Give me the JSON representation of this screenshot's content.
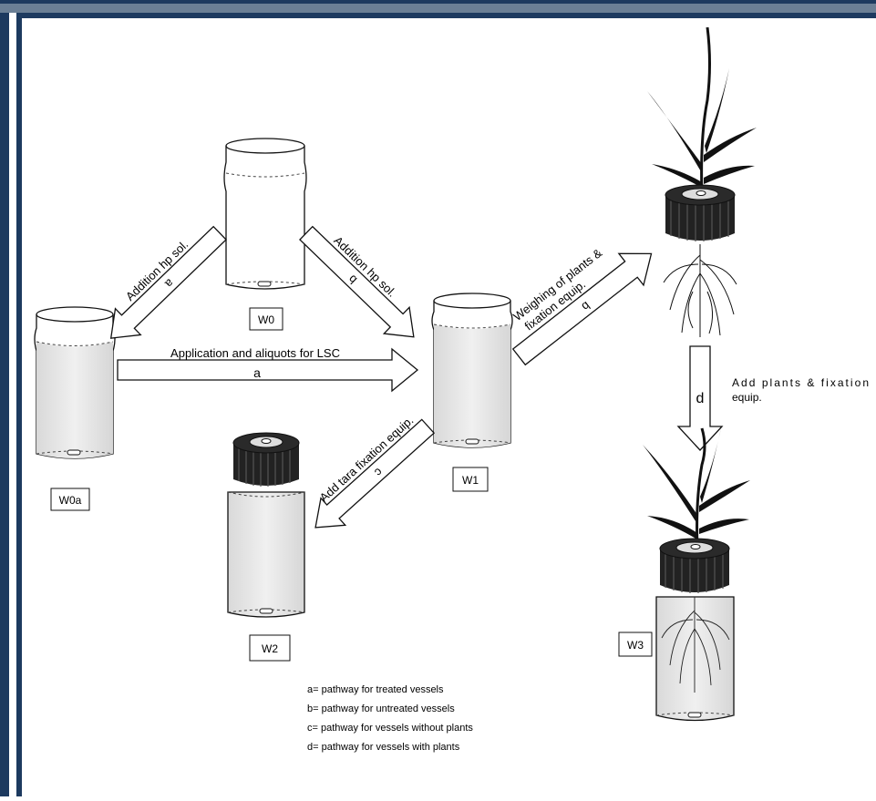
{
  "colors": {
    "frame_navy": "#1d3a5f",
    "frame_top": "#6b7f95",
    "vessel_fill": "#e7e7e7",
    "cap_dark": "#222222",
    "line": "#111111"
  },
  "vessels": {
    "w0": "W0",
    "w0a": "W0a",
    "w1": "W1",
    "w2": "W2",
    "w3": "W3"
  },
  "arrows": {
    "b_left_label": "Addition hp sol.",
    "b_left_letter": "a",
    "b_right_label": "Addition hp sol.",
    "b_right_letter": "b",
    "a_label": "Application and aliquots for LSC",
    "a_letter": "a",
    "c_label": "Add tara fixation equip.",
    "c_letter": "c",
    "weigh_line1": "Weighing of plants &",
    "weigh_line2": "fixation equip.",
    "weigh_letter": "b",
    "d_letter": "d",
    "d_line1": "Add plants & fixation",
    "d_line2": "equip."
  },
  "legend": [
    "a= pathway for treated vessels",
    "b= pathway for untreated vessels",
    "c= pathway for vessels without plants",
    "d= pathway for vessels with plants"
  ],
  "icons": [
    "plant-icon",
    "cap-icon",
    "roots-icon"
  ]
}
